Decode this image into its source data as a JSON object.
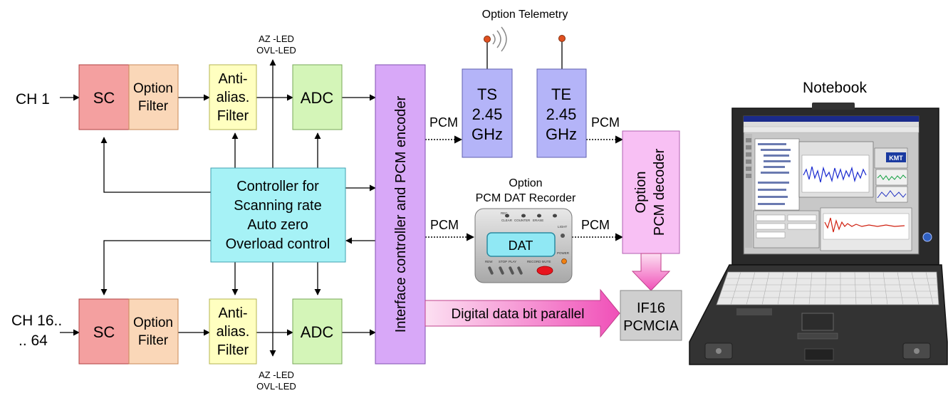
{
  "inputs": {
    "ch1": "CH 1",
    "ch16_line1": "CH 16..",
    "ch16_line2": ".. 64"
  },
  "blocks": {
    "sc_label": "SC",
    "option_filter_line1": "Option",
    "option_filter_line2": "Filter",
    "antialias_line1": "Anti-",
    "antialias_line2": "alias.",
    "antialias_line3": "Filter",
    "adc_label": "ADC",
    "controller_lines": [
      "Controller for",
      "Scanning rate",
      "Auto zero",
      "Overload control"
    ],
    "interface_label": "Interface controller and PCM encoder"
  },
  "led_labels": {
    "line1": "AZ -LED",
    "line2": "OVL-LED"
  },
  "telemetry": {
    "title": "Option Telemetry",
    "ts": [
      "TS",
      "2.45",
      "GHz"
    ],
    "te": [
      "TE",
      "2.45",
      "GHz"
    ]
  },
  "pcm_label": "PCM",
  "dat": {
    "title_line1": "Option",
    "title_line2": "PCM DAT Recorder",
    "screen": "DAT",
    "small_labels": [
      "REC",
      "CLEAR",
      "COUNTER",
      "ERASE",
      "LIGHT",
      "POWER",
      "STOP",
      "PLAY",
      "RECORD MUTE",
      "REW"
    ]
  },
  "decoder": {
    "line1": "Option",
    "line2": "PCM decoder"
  },
  "digital_bus": "Digital data bit parallel",
  "if16": {
    "line1": "IF16",
    "line2": "PCMCIA"
  },
  "notebook": {
    "title": "Notebook",
    "brand": "KMT"
  },
  "colors": {
    "sc": "#f4a0a0",
    "option_filter": "#fad7b8",
    "antialias": "#ffffc0",
    "adc": "#d4f5b8",
    "controller": "#a6f2f6",
    "interface": "#d8a8f8",
    "ts_te": "#b4b4f8",
    "decoder": "#f8c0f4",
    "if16": "#cfcfcf",
    "digital_arrow": "#f060c0",
    "dat_screen": "#90e8f4"
  }
}
